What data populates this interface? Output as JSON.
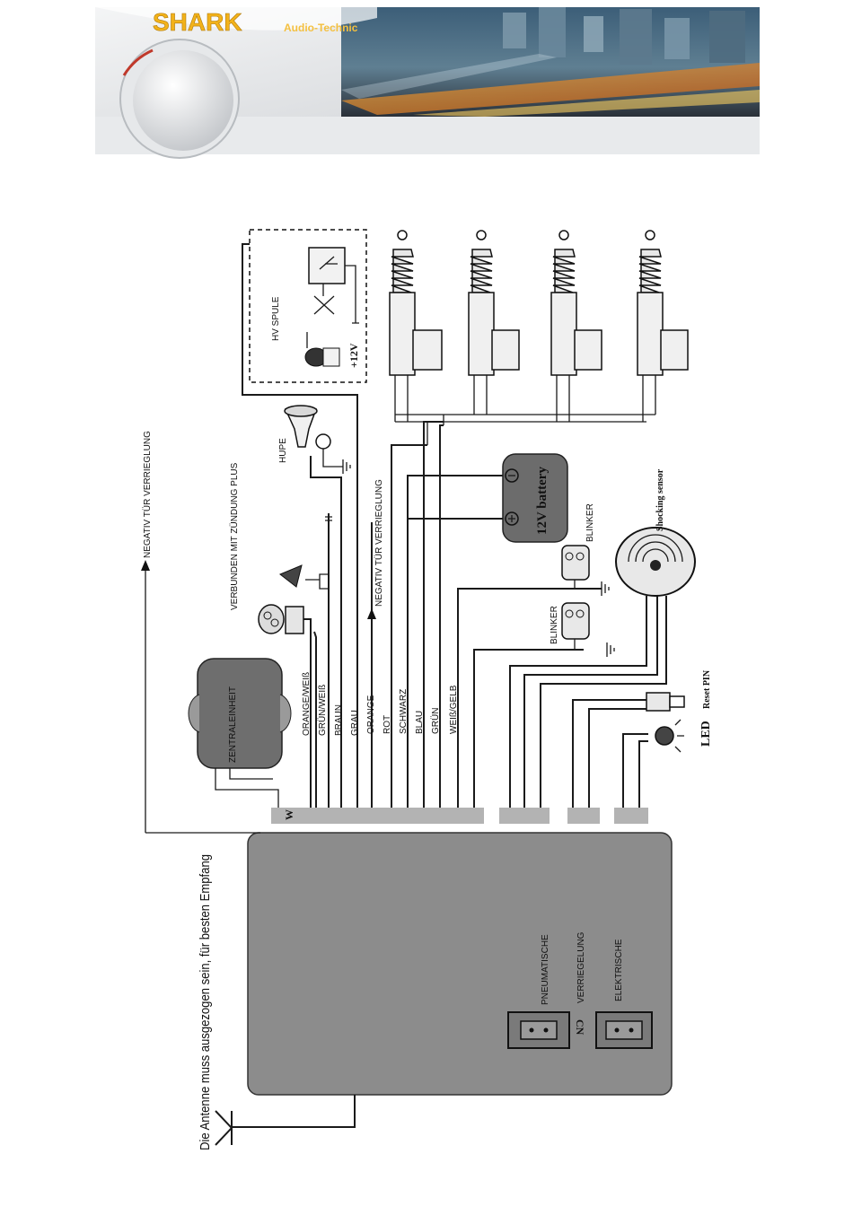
{
  "header": {
    "brand": "SHARK",
    "subbrand": "Audio-Technic",
    "colors": {
      "brand": "#f2b21a",
      "sub": "#f4c040",
      "sky": "#4a6e86",
      "silver": "#d9dcdf"
    }
  },
  "labels": {
    "hv_spule": "HV SPULE",
    "plus12v": "+12V",
    "hupe": "HUPE",
    "negativ_top": "NEGATIV TÜR VERRIEGLUNG",
    "verbunden": "VERBUNDEN MIT ZÜNDUNG PLUS",
    "negativ_mid": "NEGATIV TÜR VERRIEGLUNG",
    "battery": "12V battery",
    "blinker_right": "BLINKER",
    "blinker_left": "BLINKER",
    "shock_sensor": "Shocking sensor",
    "zentraleinheit": "ZENTRALEINHEIT",
    "reset_pin": "Reset PIN",
    "led": "LED",
    "w_mark": "W",
    "antenna_note": "Die Antenne muss ausgezogen sein, für besten Empfang",
    "pneumatische": "PNEUMATISCHE",
    "verriegelung": "VERRIEGELUNG",
    "elektrische": "ELEKTRISCHE",
    "cn": "CN"
  },
  "wires": [
    "ORANGE/WEIß",
    "GRÜN/WEIß",
    "BRAUN",
    "GRAU",
    "ORANGE",
    "ROT",
    "SCHWARZ",
    "BLAU",
    "GRÜN",
    "WEIß/GELB"
  ],
  "colors": {
    "box": "#8c8c8c",
    "box_dark": "#6e6e6e",
    "connector": "#b3b3b3",
    "battery": "#6c6c6c"
  }
}
